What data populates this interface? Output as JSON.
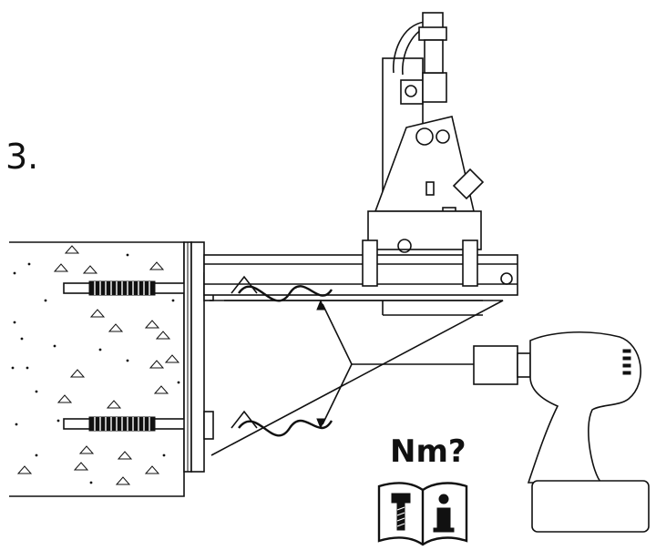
{
  "step_number": "3.",
  "torque_question": "Nm?",
  "icons": [
    "concrete-wall",
    "anchor-bolt",
    "mounting-bracket",
    "clamp-assembly",
    "adjustment-arrows",
    "impact-driver",
    "manual-book-icon",
    "bolt-icon",
    "info-icon"
  ]
}
